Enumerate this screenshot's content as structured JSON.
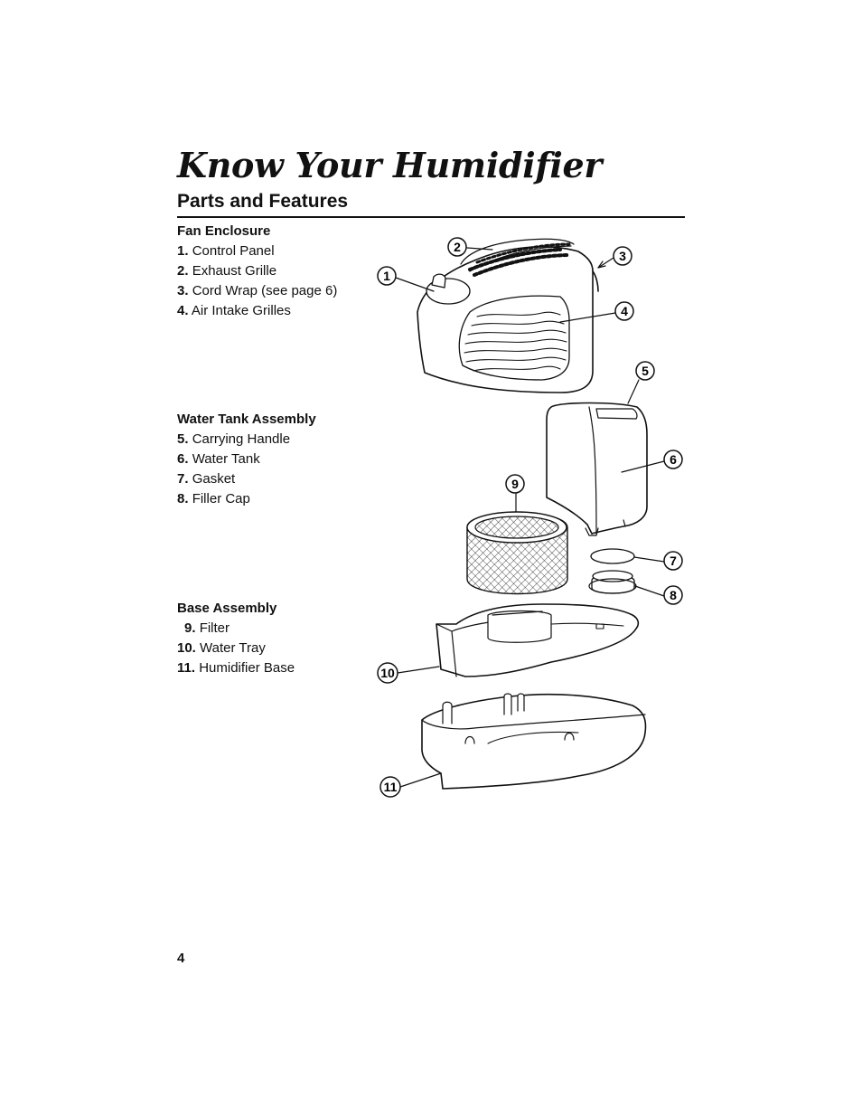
{
  "title": "Know Your Humidifier",
  "subtitle": "Parts and Features",
  "sections": [
    {
      "heading": "Fan Enclosure",
      "items": [
        {
          "num": "1.",
          "label": "Control Panel"
        },
        {
          "num": "2.",
          "label": "Exhaust Grille"
        },
        {
          "num": "3.",
          "label": "Cord Wrap (see page 6)"
        },
        {
          "num": "4.",
          "label": "Air Intake Grilles"
        }
      ]
    },
    {
      "heading": "Water Tank Assembly",
      "items": [
        {
          "num": "5.",
          "label": "Carrying Handle"
        },
        {
          "num": "6.",
          "label": "Water Tank"
        },
        {
          "num": "7.",
          "label": "Gasket"
        },
        {
          "num": "8.",
          "label": "Filler Cap"
        }
      ]
    },
    {
      "heading": "Base Assembly",
      "items": [
        {
          "num": "9.",
          "label": "Filter"
        },
        {
          "num": "10.",
          "label": "Water Tray"
        },
        {
          "num": "11.",
          "label": "Humidifier Base"
        }
      ]
    }
  ],
  "callouts": [
    "1",
    "2",
    "3",
    "4",
    "5",
    "6",
    "7",
    "8",
    "9",
    "10",
    "11"
  ],
  "page_number": "4"
}
